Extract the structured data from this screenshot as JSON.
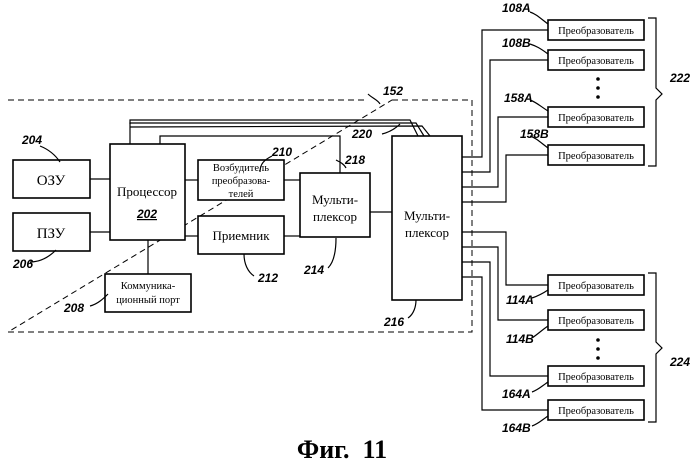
{
  "blocks": {
    "ram": "ОЗУ",
    "rom": "ПЗУ",
    "processor": "Процессор",
    "processor_ref": "202",
    "exciter_l1": "Возбудитель",
    "exciter_l2": "преобразова-",
    "exciter_l3": "телей",
    "receiver": "Приемник",
    "mux1_l1": "Мульти-",
    "mux1_l2": "плексор",
    "mux2_l1": "Мульти-",
    "mux2_l2": "плексор",
    "comm_l1": "Коммуника-",
    "comm_l2": "ционный порт"
  },
  "transducers": {
    "t1": "Преобразователь",
    "t2": "Преобразователь",
    "t3": "Преобразователь",
    "t4": "Преобразователь",
    "t5": "Преобразователь",
    "t6": "Преобразователь",
    "t7": "Преобразователь",
    "t8": "Преобразователь"
  },
  "refs": {
    "r152": "152",
    "r204": "204",
    "r206": "206",
    "r208": "208",
    "r210": "210",
    "r212": "212",
    "r214": "214",
    "r216": "216",
    "r218": "218",
    "r220": "220",
    "r222": "222",
    "r224": "224",
    "r108A": "108A",
    "r108B": "108B",
    "r158A": "158A",
    "r158B": "158B",
    "r114A": "114A",
    "r114B": "114B",
    "r164A": "164A",
    "r164B": "164B"
  },
  "caption": "Фиг.  11"
}
